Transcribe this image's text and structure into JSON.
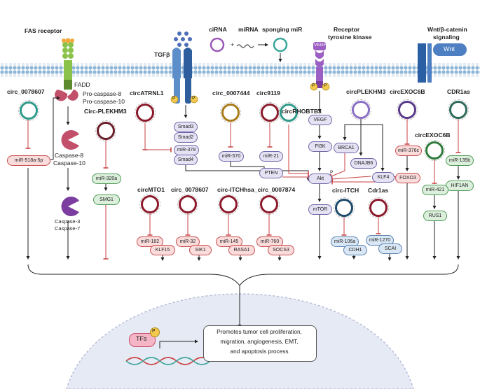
{
  "labels": {
    "fas_receptor": "FAS receptor",
    "fadd": "FADD",
    "pro_caspase_8": "Pro-caspase-8",
    "pro_caspase_10": "Pro-caspase-10",
    "caspase_8": "Caspase-8",
    "caspase_10": "Caspase-10",
    "caspase_3": "Caspase-3",
    "caspase_7": "Caspase-7",
    "tgfb": "TGFβ",
    "cirna": "ciRNA",
    "mirna": "miRNA",
    "sponging_mir": "sponging miR",
    "receptor_tk_1": "Receptor",
    "receptor_tk_2": "tyrosine kinase",
    "vegf_ligand": "VEGF",
    "wnt_title_1": "Wnt/β-catenin",
    "wnt_title_2": "signaling",
    "wnt": "Wnt",
    "circ_0078607_top": "circ_0078607",
    "circ_plekhm3_left": "Circ-PLEKHM3",
    "circ_atrnl1": "circATRNL1",
    "circ_0007444": "circ_0007444",
    "circ9119": "circ9119",
    "circ_rhobtb3": "circRHOBTB3",
    "circ_plekhm3_right": "circPLEKHM3",
    "circ_exoc6b_top": "circEXOC6B",
    "cdr1as_top": "CDR1as",
    "circ_exoc6b_mid": "circEXOC6B",
    "circ_mto1": "circMTO1",
    "circ_0078607_mid": "circ_0078607",
    "circ_itch_mid": "circ-ITCH",
    "hsa_circ_0007874": "hsa_circ_0007874",
    "circ_itch_right": "circ-ITCH",
    "cdr1as_right": "Cdr1as",
    "tfs": "TFs",
    "p": "P",
    "outcome_line1": "Promotes tumor cell proliferation,",
    "outcome_line2": "migration, angiogenesis, EMT,",
    "outcome_line3": "and  apoptosis process"
  },
  "nodes": {
    "mir_518a_5p": "miR-518a-5p",
    "mir_320a": "miR-320a",
    "smg1": "SMG1",
    "smad3": "Smad3",
    "smad2": "Smad2",
    "mir_378": "miR-378",
    "smad4": "Smad4",
    "mir_570": "miR-570",
    "mir_21": "miR-21",
    "pten": "PTEN",
    "vegf": "VEGF",
    "pi3k": "PI3K",
    "akt": "Akt",
    "mtor": "mTOR",
    "brca1": "BRCA1",
    "dnajb6": "DNAJB6",
    "klf4": "KLF4",
    "mir_376c": "miR-376c",
    "foxo3": "FOXO3",
    "mir_135b": "miR-135b",
    "hif1an": "HIF1AN",
    "mir_421": "miR-421",
    "rus1": "RUS1",
    "mir_182": "miR-182",
    "klf15": "KLF15",
    "mir_32": "miR-32",
    "sik1": "SIK1",
    "mir_145": "miR-145",
    "rasa1": "RASA1",
    "mir_760": "miR-760",
    "socs3": "SOCS3",
    "mir_106a": "miR-106a",
    "cdh1": "CDH1",
    "mir_1270": "miR-1270",
    "scai": "SCAI"
  },
  "colors": {
    "pink_fill": "#fbdcdc",
    "pink_border": "#c94d4d",
    "green_fill": "#dcefdc",
    "green_border": "#4d9a55",
    "blue_fill": "#d9e7f5",
    "blue_border": "#5a82b0",
    "lavender_fill": "#e5e2f3",
    "lavender_border": "#6f68a8",
    "membrane": "#9cc0dd",
    "caspase_pink": "#c2506a",
    "caspase_purple": "#7b3d9f",
    "inhibit_red": "#c94040"
  }
}
